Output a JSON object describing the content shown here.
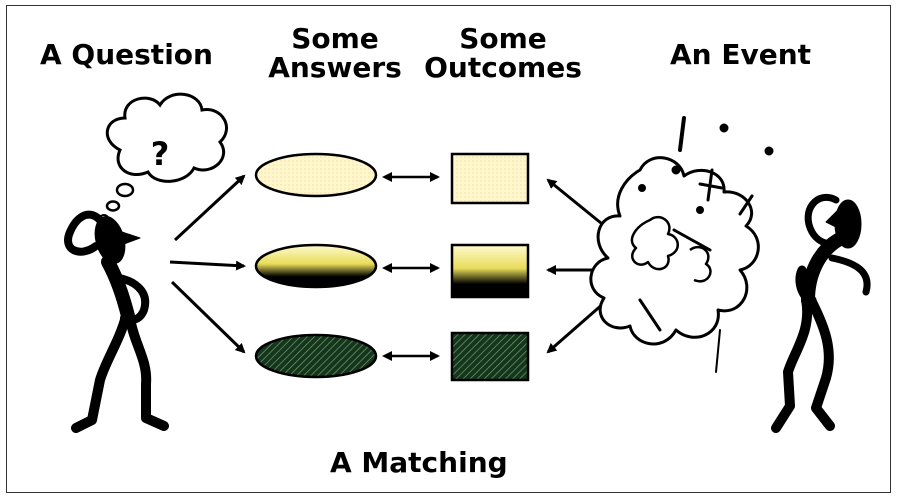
{
  "title_question": "A Question",
  "title_answers_line1": "Some",
  "title_answers_line2": "Answers",
  "title_outcomes_line1": "Some",
  "title_outcomes_line2": "Outcomes",
  "title_event": "An Event",
  "title_matching": "A Matching",
  "thought_symbol": "?",
  "colors": {
    "answer1_fill": "#fff6cc",
    "answer2_top": "#fff8b0",
    "answer2_bottom": "#000000",
    "answer3_fill": "#1f4a2a",
    "ink": "#000000"
  }
}
